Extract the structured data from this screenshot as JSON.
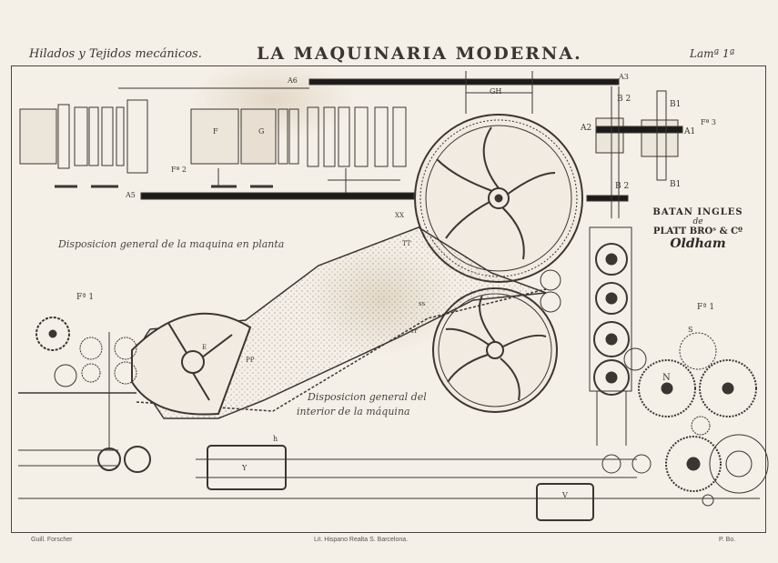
{
  "header": {
    "left": "Hilados y Tejidos mecánicos.",
    "title": "LA MAQUINARIA MODERNA.",
    "plate": "Lamª 1ª"
  },
  "captions": {
    "plan": "Disposicion general de la maquina en planta",
    "interior_1": "Disposicion general del",
    "interior_2": "interior de la máquina"
  },
  "cartouche": {
    "line1": "BATAN INGLES",
    "line2": "de",
    "line3": "PLATT BROˢ & Cº",
    "line4": "Oldham"
  },
  "figures": {
    "fig2": "Fª 2",
    "fig3": "Fª 3",
    "fig1_right": "Fª 1",
    "fig1_left": "Fª 1"
  },
  "labels": {
    "A6": "A6",
    "A3": "A3",
    "GH": "GH",
    "B2_top": "B 2",
    "A2": "A2",
    "A1": "A1",
    "B1_top": "B1",
    "B2_bot": "B 2",
    "B1_bot": "B1",
    "A5": "A5",
    "XX": "XX",
    "TT": "TT",
    "F": "F",
    "G": "G",
    "PP": "PP",
    "ss": "ss",
    "rr": "rr",
    "Y": "Y",
    "V": "V",
    "h": "h",
    "N": "N",
    "S": "S",
    "E": "E"
  },
  "footer": {
    "left": "Guill. Forscher",
    "center": "Lit. Hispano Realta S. Barcelona.",
    "right": "P. Bo."
  },
  "colors": {
    "paper": "#f4efe7",
    "ink": "#3a3632",
    "stain": "#d9c9b2"
  }
}
